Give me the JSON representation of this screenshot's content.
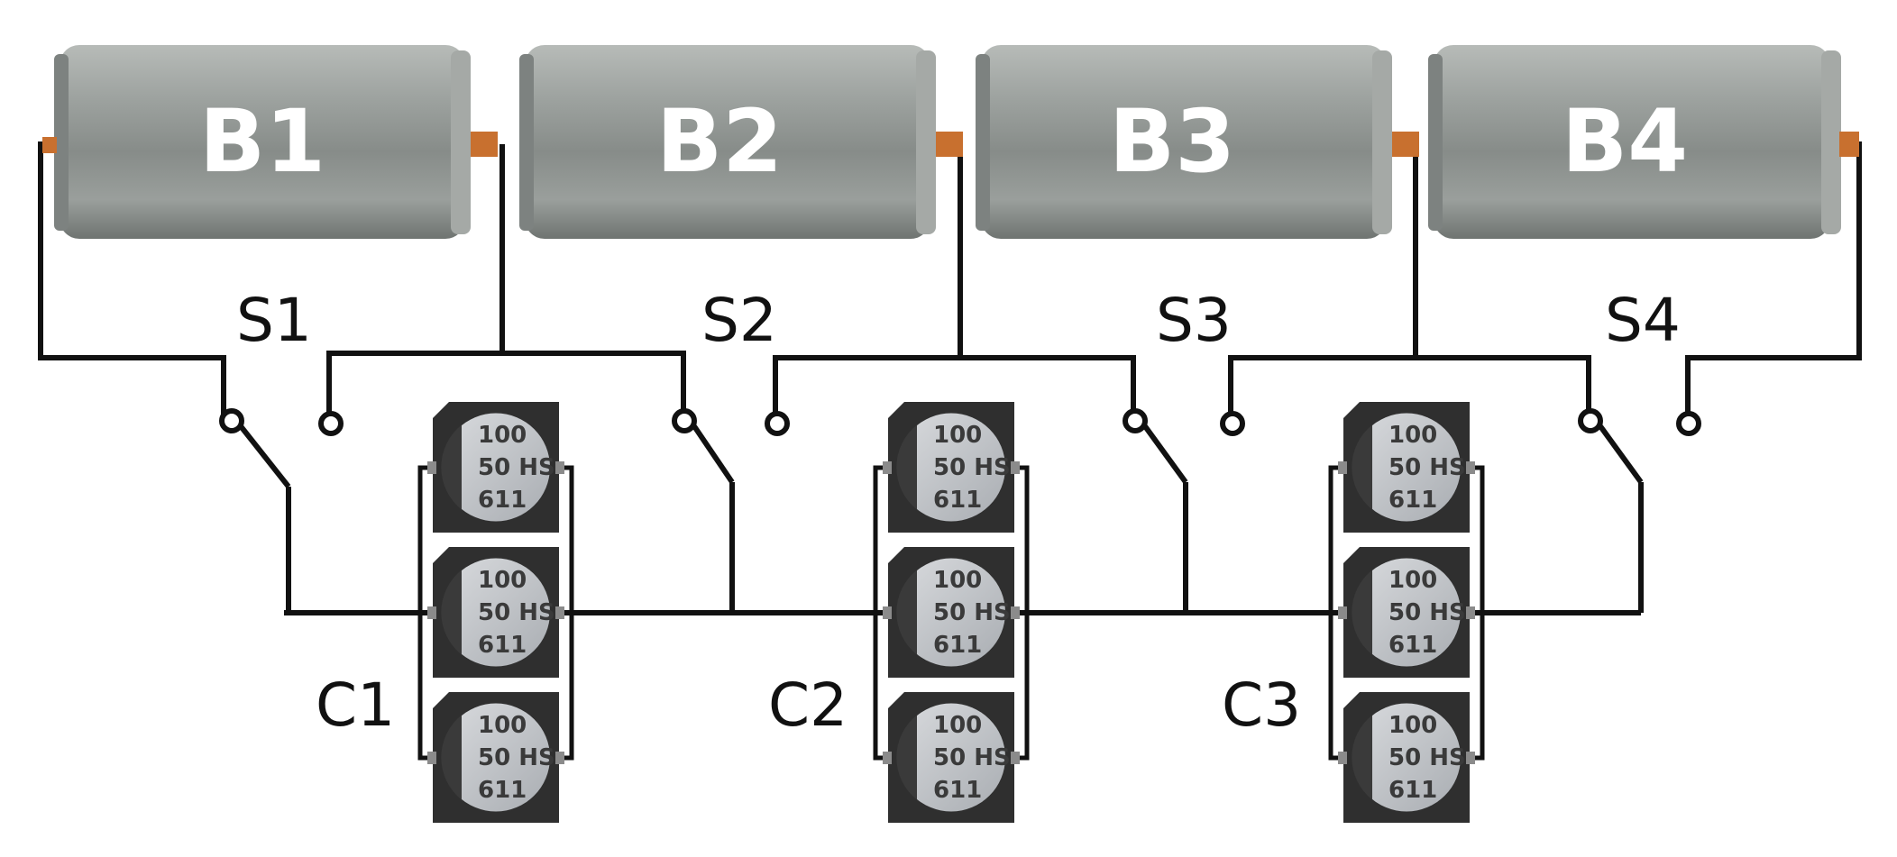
{
  "batteries": [
    {
      "label": "B1"
    },
    {
      "label": "B2"
    },
    {
      "label": "B3"
    },
    {
      "label": "B4"
    }
  ],
  "switches": [
    {
      "label": "S1"
    },
    {
      "label": "S2"
    },
    {
      "label": "S3"
    },
    {
      "label": "S4"
    }
  ],
  "capacitor_groups": [
    {
      "label": "C1",
      "count": 3
    },
    {
      "label": "C2",
      "count": 3
    },
    {
      "label": "C3",
      "count": 3
    }
  ],
  "capacitor_marking": {
    "line1": "100",
    "line2": "50 HS",
    "line3": "611"
  },
  "colors": {
    "battery_body": "#8f9591",
    "terminal_copper": "#c8702f",
    "capacitor_housing": "#2f2f2f",
    "capacitor_face": "#c5c8cc",
    "wire": "#111111"
  }
}
